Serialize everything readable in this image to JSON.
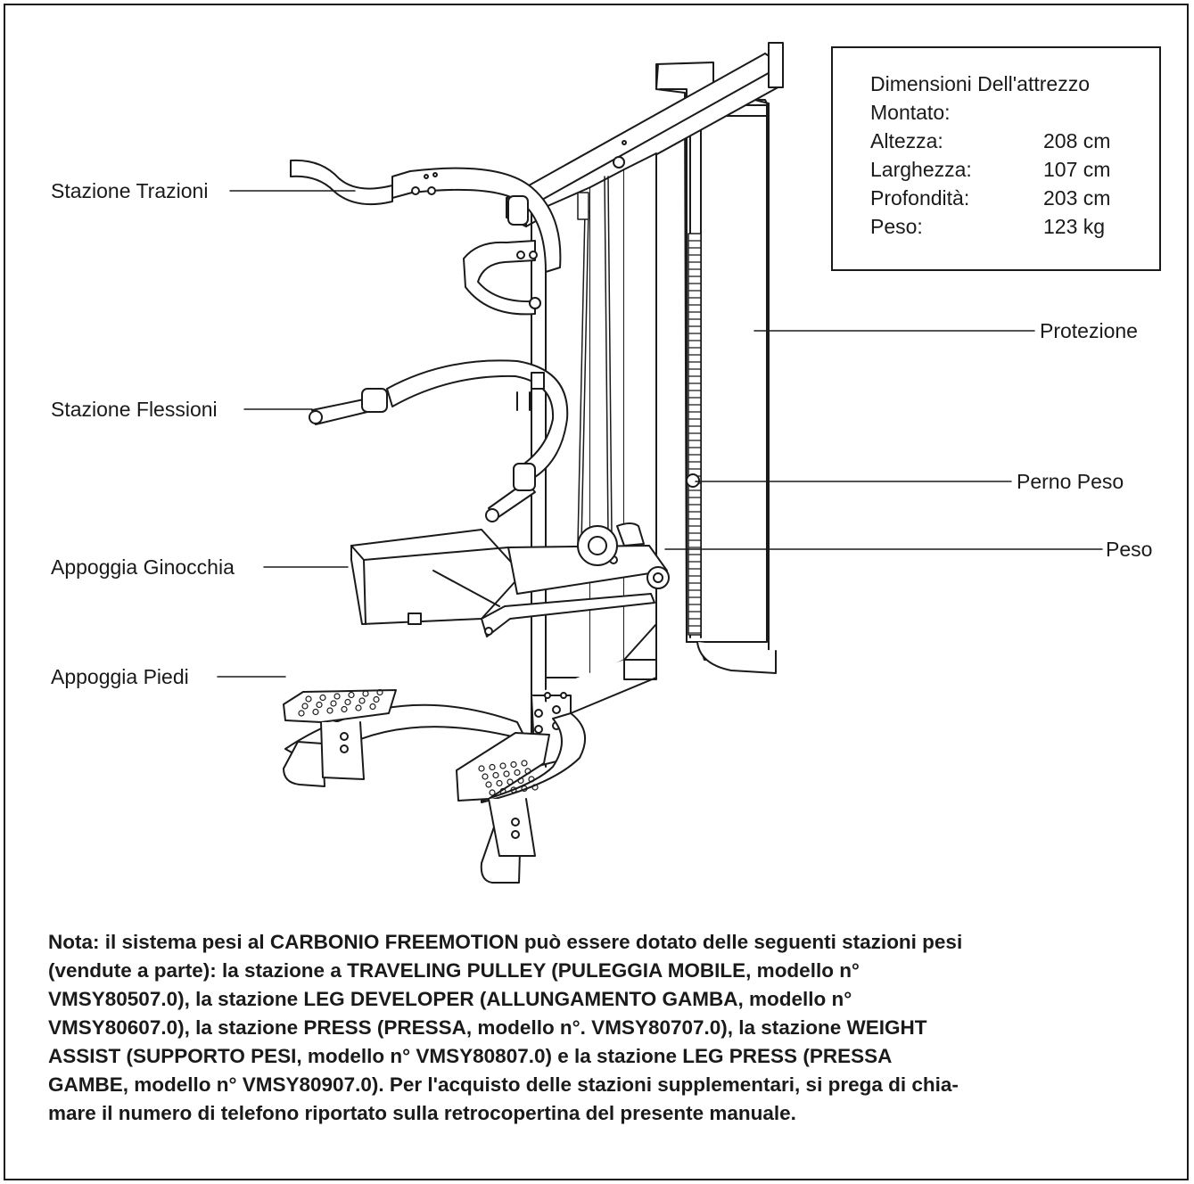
{
  "labels": {
    "pullup_station": "Stazione Trazioni",
    "dip_station": "Stazione Flessioni",
    "knee_pad": "Appoggia Ginocchia",
    "foot_rest": "Appoggia Piedi",
    "shroud": "Protezione",
    "weight_pin": "Perno Peso",
    "weight": "Peso"
  },
  "dimensions": {
    "title": "Dimensioni Dell'attrezzo Montato:",
    "rows": [
      {
        "label": "Altezza:",
        "value": "208 cm"
      },
      {
        "label": "Larghezza:",
        "value": "107 cm"
      },
      {
        "label": "Profondità:",
        "value": "203 cm"
      },
      {
        "label": "Peso:",
        "value": "123 kg"
      }
    ]
  },
  "note": {
    "lines": [
      "Nota: il sistema pesi al CARBONIO FREEMOTION può essere dotato delle seguenti stazioni pesi",
      "(vendute a parte): la stazione a TRAVELING PULLEY (PULEGGIA MOBILE, modello n°",
      "VMSY80507.0), la stazione LEG DEVELOPER (ALLUNGAMENTO GAMBA, modello n°",
      "VMSY80607.0), la stazione PRESS (PRESSA, modello n°. VMSY80707.0), la stazione WEIGHT",
      "ASSIST (SUPPORTO PESI, modello n° VMSY80807.0) e la stazione LEG PRESS (PRESSA",
      "GAMBE, modello n° VMSY80907.0). Per l'acquisto delle stazioni supplementari, si prega di chia-",
      "mare il numero di telefono riportato sulla retrocopertina del presente manuale."
    ]
  }
}
